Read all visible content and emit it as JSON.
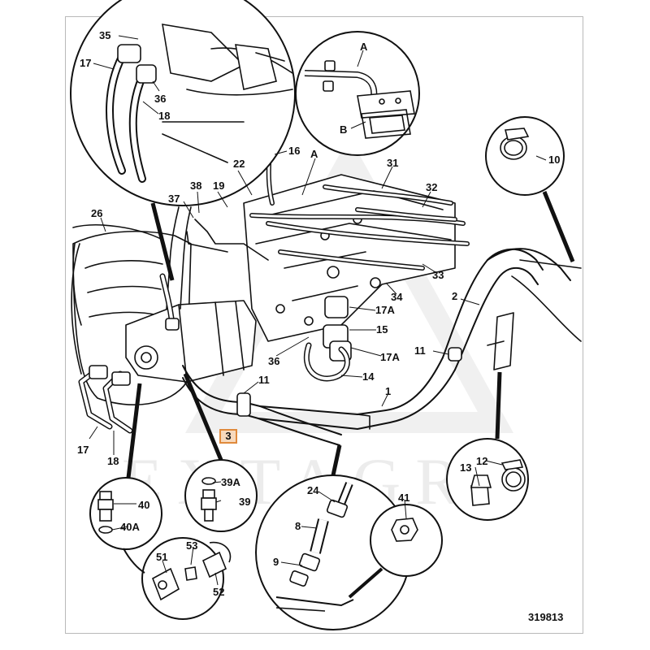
{
  "figure_number": "319813",
  "highlight_label": "3",
  "watermark": "EXTAGRA",
  "callouts": {
    "c35": "35",
    "c17_top": "17",
    "c36_top": "36",
    "c18_top": "18",
    "cA_inset": "A",
    "cB_inset": "B",
    "c16": "16",
    "cA_main": "A",
    "c22": "22",
    "c31": "31",
    "c10": "10",
    "c38": "38",
    "c19": "19",
    "c37": "37",
    "c32": "32",
    "c26": "26",
    "c33": "33",
    "c34": "34",
    "c2": "2",
    "c17A_upper": "17A",
    "c15": "15",
    "c36_mid": "36",
    "c17A_lower": "17A",
    "c11_right": "11",
    "c11_mid": "11",
    "c14": "14",
    "c1": "1",
    "c17_bot": "17",
    "c18_bot": "18",
    "c13": "13",
    "c12": "12",
    "c24": "24",
    "c41": "41",
    "c39A": "39A",
    "c39": "39",
    "c40": "40",
    "c40A": "40A",
    "c8": "8",
    "c53": "53",
    "c51": "51",
    "c9": "9",
    "c52": "52"
  },
  "colors": {
    "line": "#111111",
    "highlight_border": "#e08a3c",
    "highlight_fill": "#f7d9bd"
  }
}
